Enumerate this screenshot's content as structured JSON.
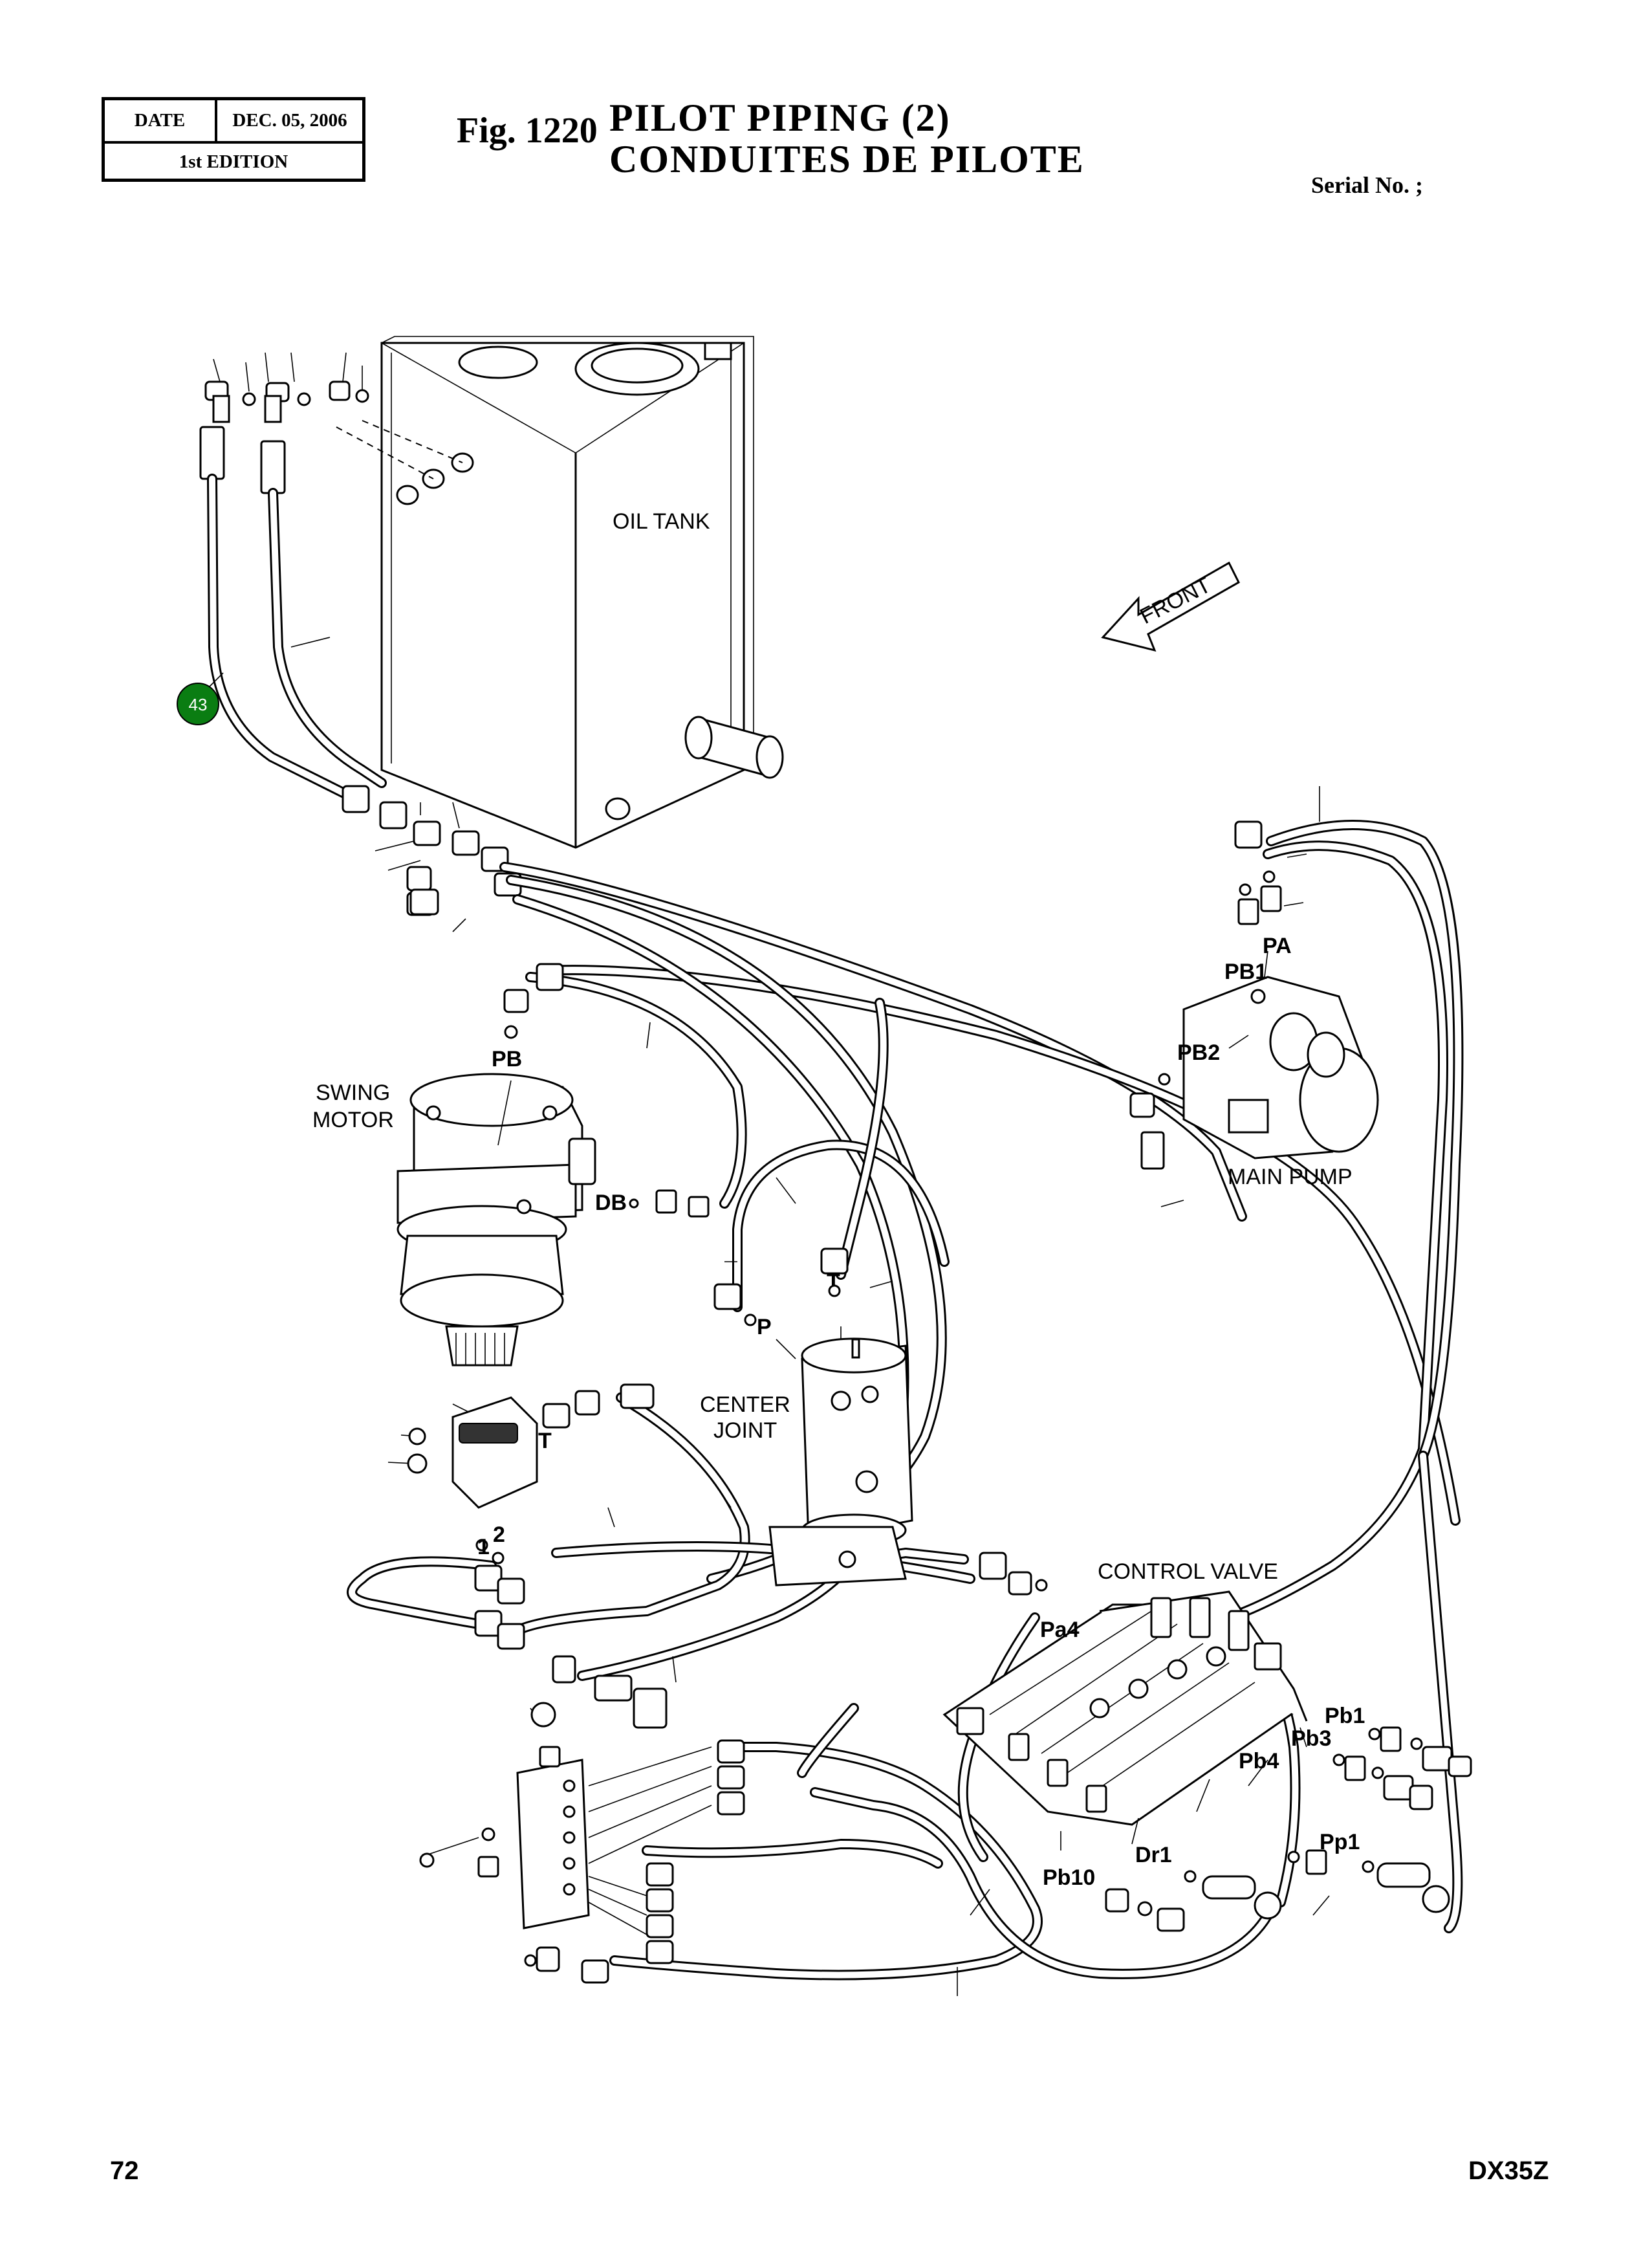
{
  "header": {
    "date_label": "DATE",
    "date_value": "DEC. 05, 2006",
    "edition": "1st EDITION",
    "fig_label": "Fig. 1220",
    "title_en": "PILOT PIPING (2)",
    "title_fr": "CONDUITES DE PILOTE",
    "serial": "Serial No. ;"
  },
  "footer": {
    "page_number": "72",
    "model": "DX35Z"
  },
  "callout": {
    "number": "43",
    "color": "#0a7d12"
  },
  "labels": {
    "oil_tank": "OIL TANK",
    "front": "FRONT",
    "swing_motor_1": "SWING",
    "swing_motor_2": "MOTOR",
    "pb": "PB",
    "db": "DB",
    "p": "P",
    "t": "T",
    "t2": "T",
    "center_joint_1": "CENTER",
    "center_joint_2": "JOINT",
    "main_pump": "MAIN PUMP",
    "pa": "PA",
    "pb1_pump": "PB1",
    "pb2": "PB2",
    "control_valve": "CONTROL VALVE",
    "pa4": "Pa4",
    "pb1": "Pb1",
    "pb3": "Pb3",
    "pb4": "Pb4",
    "pp1": "Pp1",
    "dr1": "Dr1",
    "pb10": "Pb10",
    "port_1": "1",
    "port_2": "2"
  }
}
